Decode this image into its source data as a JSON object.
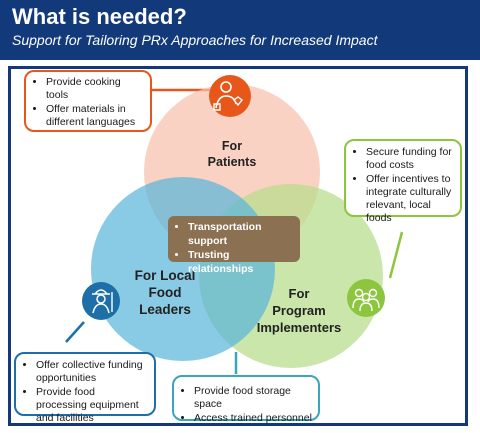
{
  "header": {
    "title": "What is needed?",
    "subtitle": "Support for Tailoring PRx Approaches for Increased Impact"
  },
  "colors": {
    "navy": "#123a7a",
    "patients_circle": "#f7c1ad",
    "leaders_circle": "#5bb6d9",
    "implementers_circle": "#b5dc8a",
    "center_box": "#8b7052",
    "orange": "#e8571a",
    "green": "#8cc63f",
    "blue": "#1e6fa8",
    "teal": "#3aa6b9"
  },
  "circles": {
    "patients": {
      "line1": "For",
      "line2": "Patients",
      "icon": "patient-heart-icon"
    },
    "leaders": {
      "line1": "For Local",
      "line2": "Food",
      "line3": "Leaders",
      "icon": "farmer-icon"
    },
    "implementers": {
      "line1": "For",
      "line2": "Program",
      "line3": "Implementers",
      "icon": "team-people-icon"
    }
  },
  "center": {
    "items": [
      "Transportation support",
      "Trusting relationships"
    ]
  },
  "callouts": {
    "patients": [
      "Provide cooking tools",
      "Offer materials in different languages"
    ],
    "implementers": [
      "Secure funding for food costs",
      "Offer incentives to integrate culturally relevant, local foods"
    ],
    "leaders": [
      "Offer collective funding opportunities",
      "Provide food processing equipment and facilities"
    ],
    "bottom": [
      "Provide food storage space",
      "Access trained personnel"
    ]
  }
}
